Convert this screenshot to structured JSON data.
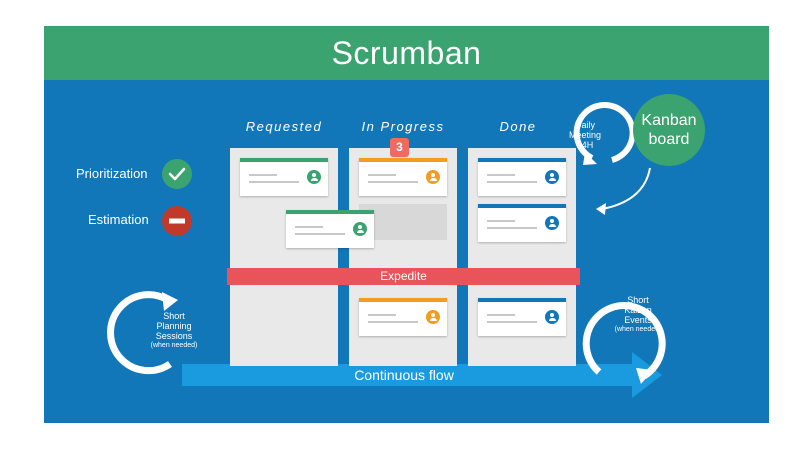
{
  "title": "Scrumban",
  "columns": [
    {
      "label": "Requested"
    },
    {
      "label": "In Progress"
    },
    {
      "label": "Done"
    }
  ],
  "wip_limit": "3",
  "expedite": "Expedite",
  "practices": {
    "prioritization": "Prioritization",
    "estimation": "Estimation"
  },
  "kanban_board": {
    "line1": "Kanban",
    "line2": "board"
  },
  "daily_meeting": {
    "line1": "Daily",
    "line2": "Meeting",
    "line3": "24H"
  },
  "planning": {
    "line1": "Short",
    "line2": "Planning",
    "line3": "Sessions",
    "note": "(when needed)"
  },
  "kaizen": {
    "line1": "Short",
    "line2": "Kaizen",
    "line3": "Events",
    "note": "(when needed)"
  },
  "flow": "Continuous flow",
  "colors": {
    "header_green": "#3aa36f",
    "background_blue": "#1177b8",
    "accent_orange": "#f39c1f",
    "expedite_red": "#e8545a",
    "flow_arrow": "#1a9be0",
    "estimation_red": "#c0392b"
  }
}
